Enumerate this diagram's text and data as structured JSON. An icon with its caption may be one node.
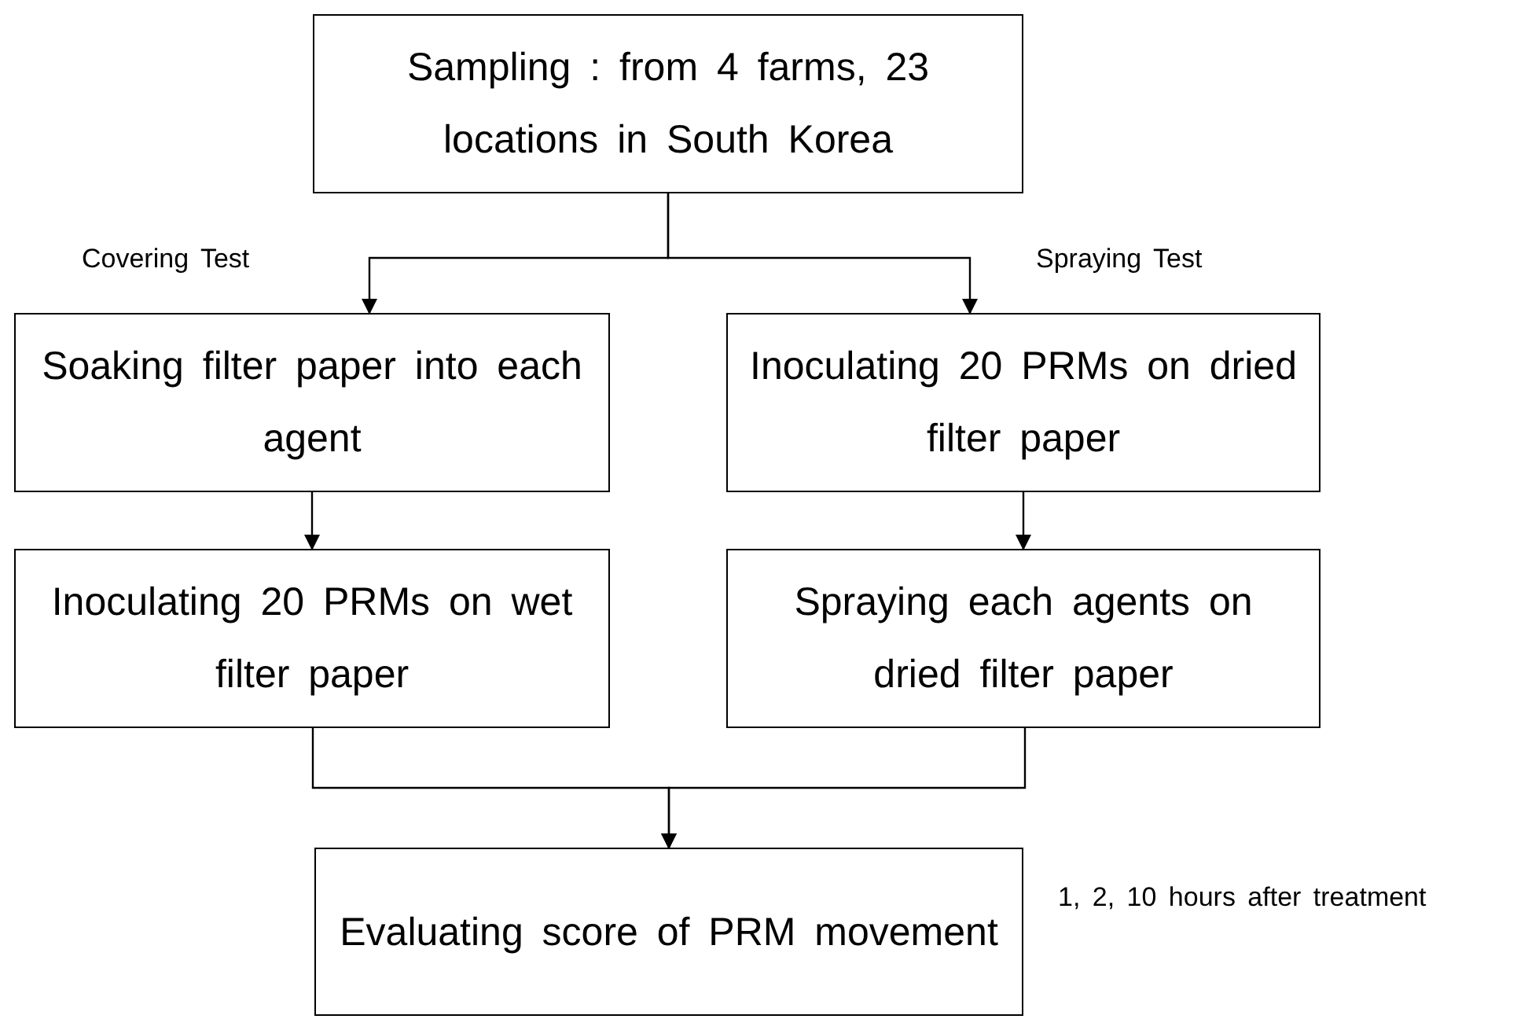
{
  "diagram": {
    "nodes": [
      {
        "text": [
          "Sampling : from 4 farms, 23 locations in South Korea"
        ]
      },
      {
        "text": [
          "Soaking filter paper into each agent"
        ]
      },
      {
        "text": [
          "Inoculating 20 PRMs on dried filter paper"
        ]
      },
      {
        "text": [
          "Inoculating 20 PRMs on wet filter paper"
        ]
      },
      {
        "text": [
          "Spraying each agents on dried filter paper"
        ]
      },
      {
        "text": [
          "Evaluating score of PRM movement"
        ],
        "beside": [
          "1, 2, 10 hours after treatment"
        ]
      }
    ],
    "edges": [
      {
        "from": 0,
        "to": 1,
        "arrow": "to"
      },
      {
        "from": 0,
        "to": 2,
        "arrow": "to"
      },
      {
        "from": 1,
        "to": 3,
        "arrow": "to"
      },
      {
        "from": 2,
        "to": 4,
        "arrow": "to"
      },
      {
        "from": 3,
        "to": 5,
        "arrow": "to"
      },
      {
        "from": 4,
        "to": 5,
        "arrow": "to"
      }
    ],
    "labels": [
      "Covering Test",
      "Spraying Test"
    ]
  }
}
